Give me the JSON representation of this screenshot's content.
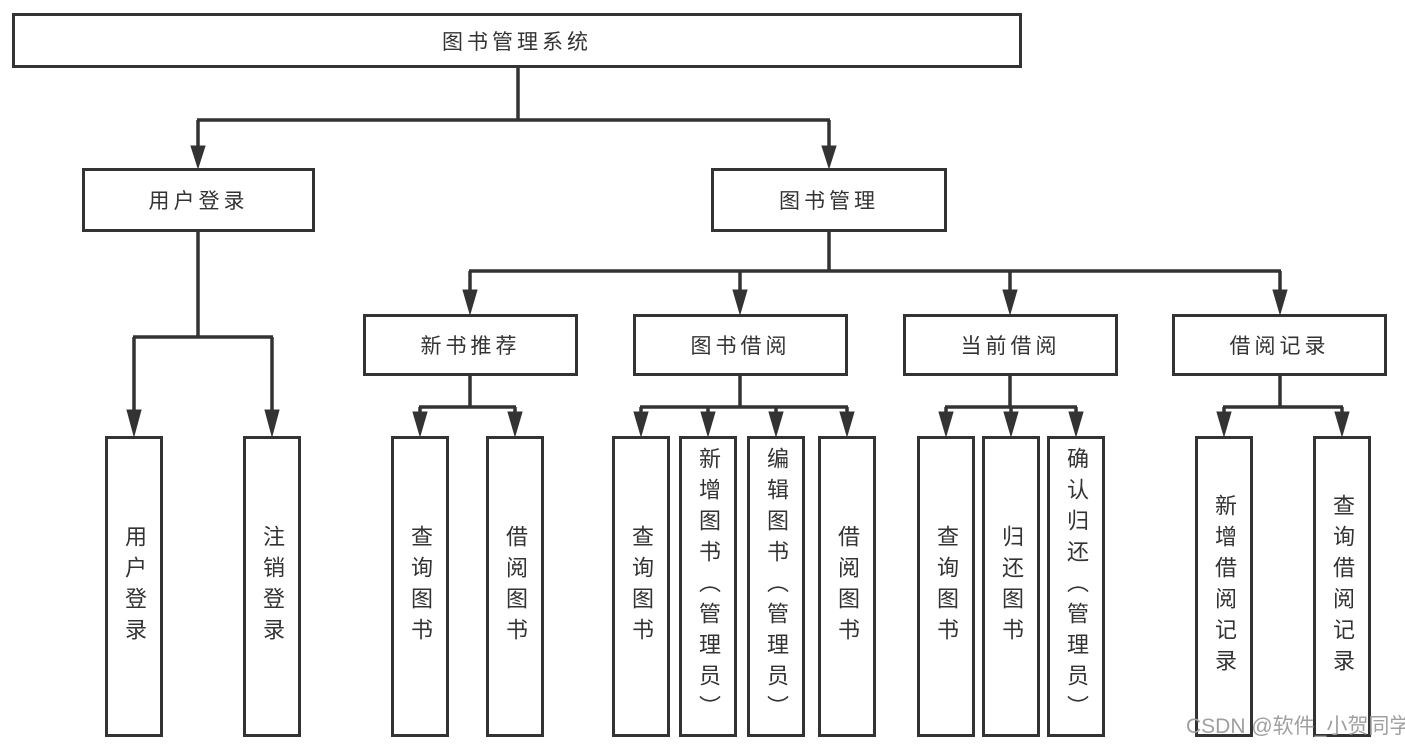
{
  "diagram_title": "图书管理系统",
  "nodes": {
    "root": "图书管理系统",
    "login": {
      "label": "用户登录",
      "children": [
        "用户登录",
        "注销登录"
      ]
    },
    "mgmt": {
      "label": "图书管理"
    },
    "sections": [
      {
        "label": "新书推荐",
        "children": [
          "查询图书",
          "借阅图书"
        ]
      },
      {
        "label": "图书借阅",
        "children": [
          "查询图书",
          "新增图书（管理员）",
          "编辑图书（管理员）",
          "借阅图书"
        ]
      },
      {
        "label": "当前借阅",
        "children": [
          "查询图书",
          "归还图书",
          "确认归还（管理员）"
        ]
      },
      {
        "label": "借阅记录",
        "children": [
          "新增借阅记录",
          "查询借阅记录"
        ]
      }
    ]
  },
  "watermark": "CSDN @软件_小贺同学",
  "colors": {
    "line": "#333333",
    "text": "#333333",
    "box_background": "#ffffff",
    "watermark": "#a0a0a0"
  }
}
